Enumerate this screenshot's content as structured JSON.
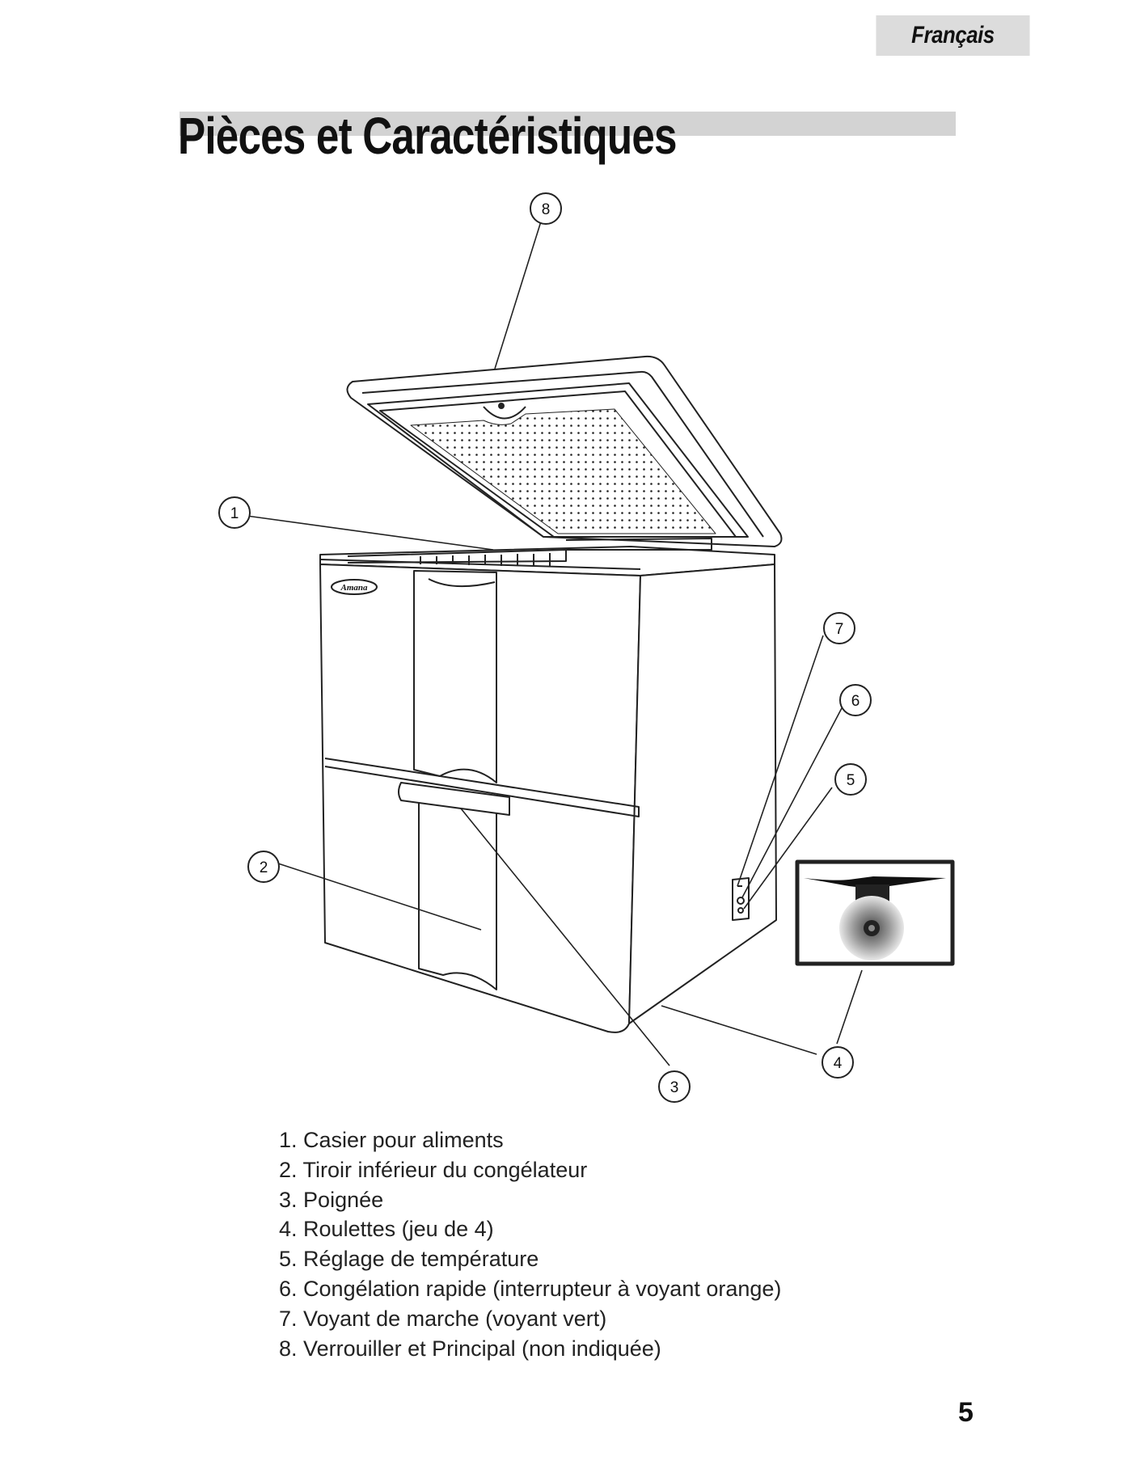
{
  "header": {
    "language": "Français",
    "title": "Pièces et Caractéristiques"
  },
  "diagram": {
    "brand_logo_text": "Amana",
    "callouts": [
      "1",
      "2",
      "3",
      "4",
      "5",
      "6",
      "7",
      "8"
    ]
  },
  "parts": [
    {
      "number": "1.",
      "label": "Casier pour aliments"
    },
    {
      "number": "2.",
      "label": "Tiroir inférieur du congélateur"
    },
    {
      "number": "3.",
      "label": "Poignée"
    },
    {
      "number": "4.",
      "label": "Roulettes (jeu de 4)"
    },
    {
      "number": "5.",
      "label": "Réglage de température"
    },
    {
      "number": "6.",
      "label": "Congélation rapide (interrupteur à voyant orange)"
    },
    {
      "number": "7.",
      "label": "Voyant de marche (voyant vert)"
    },
    {
      "number": "8.",
      "label": "Verrouiller et Principal (non indiquée)"
    }
  ],
  "footer": {
    "page_number": "5"
  }
}
